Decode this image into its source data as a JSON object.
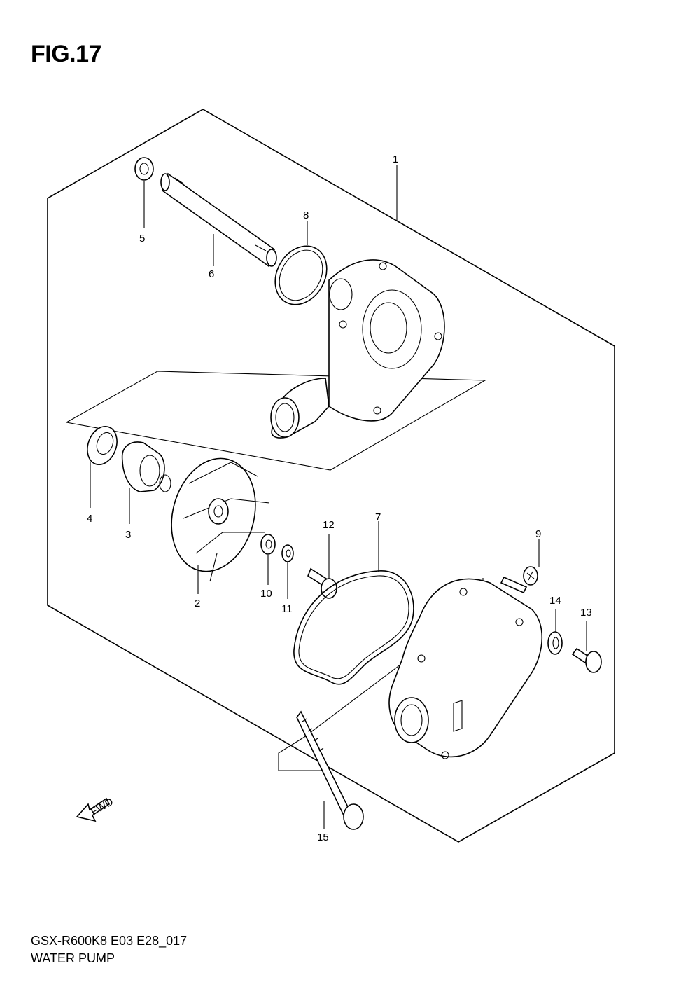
{
  "figure": {
    "title": "FIG.17",
    "model_code": "GSX-R600K8 E03 E28_017",
    "name": "WATER PUMP"
  },
  "fwd_arrow": {
    "label": "FWD",
    "icon": "fwd-arrow-icon"
  },
  "callouts": {
    "c1": "1",
    "c2": "2",
    "c3": "3",
    "c4": "4",
    "c5": "5",
    "c6": "6",
    "c7": "7",
    "c8": "8",
    "c9": "9",
    "c10": "10",
    "c11": "11",
    "c12": "12",
    "c13": "13",
    "c14": "14",
    "c15": "15"
  }
}
